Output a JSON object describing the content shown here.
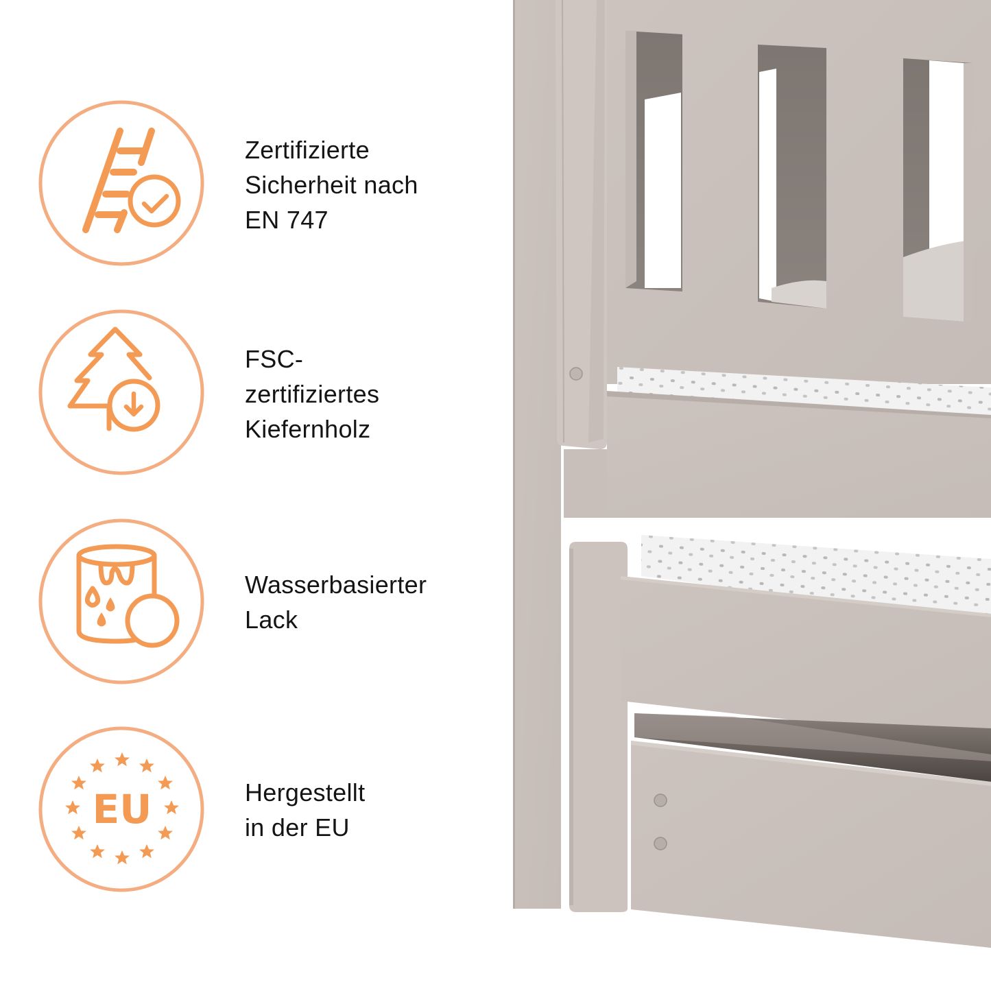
{
  "colors": {
    "accent": "#F39A55",
    "ring": "#F4AD80",
    "text": "#141414",
    "bed_paint": "#C9C0BB",
    "bed_shadow": "#7E7671",
    "mattress": "#F1F1F1",
    "background": "#FFFFFF"
  },
  "features": [
    {
      "icon": "ladder-check-icon",
      "lines": [
        "Zertifizierte",
        "Sicherheit nach",
        "EN 747"
      ]
    },
    {
      "icon": "pine-tree-download-icon",
      "lines": [
        "FSC-",
        "zertifiziertes",
        "Kiefernholz"
      ]
    },
    {
      "icon": "paint-can-drops-icon",
      "lines": [
        "Wasserbasierter",
        "Lack"
      ]
    },
    {
      "icon": "eu-stars-icon",
      "badge_text": "EU",
      "lines": [
        "Hergestellt",
        "in der EU"
      ]
    }
  ],
  "product_image": {
    "subject": "bed-frame-with-trundle-and-drawer"
  }
}
